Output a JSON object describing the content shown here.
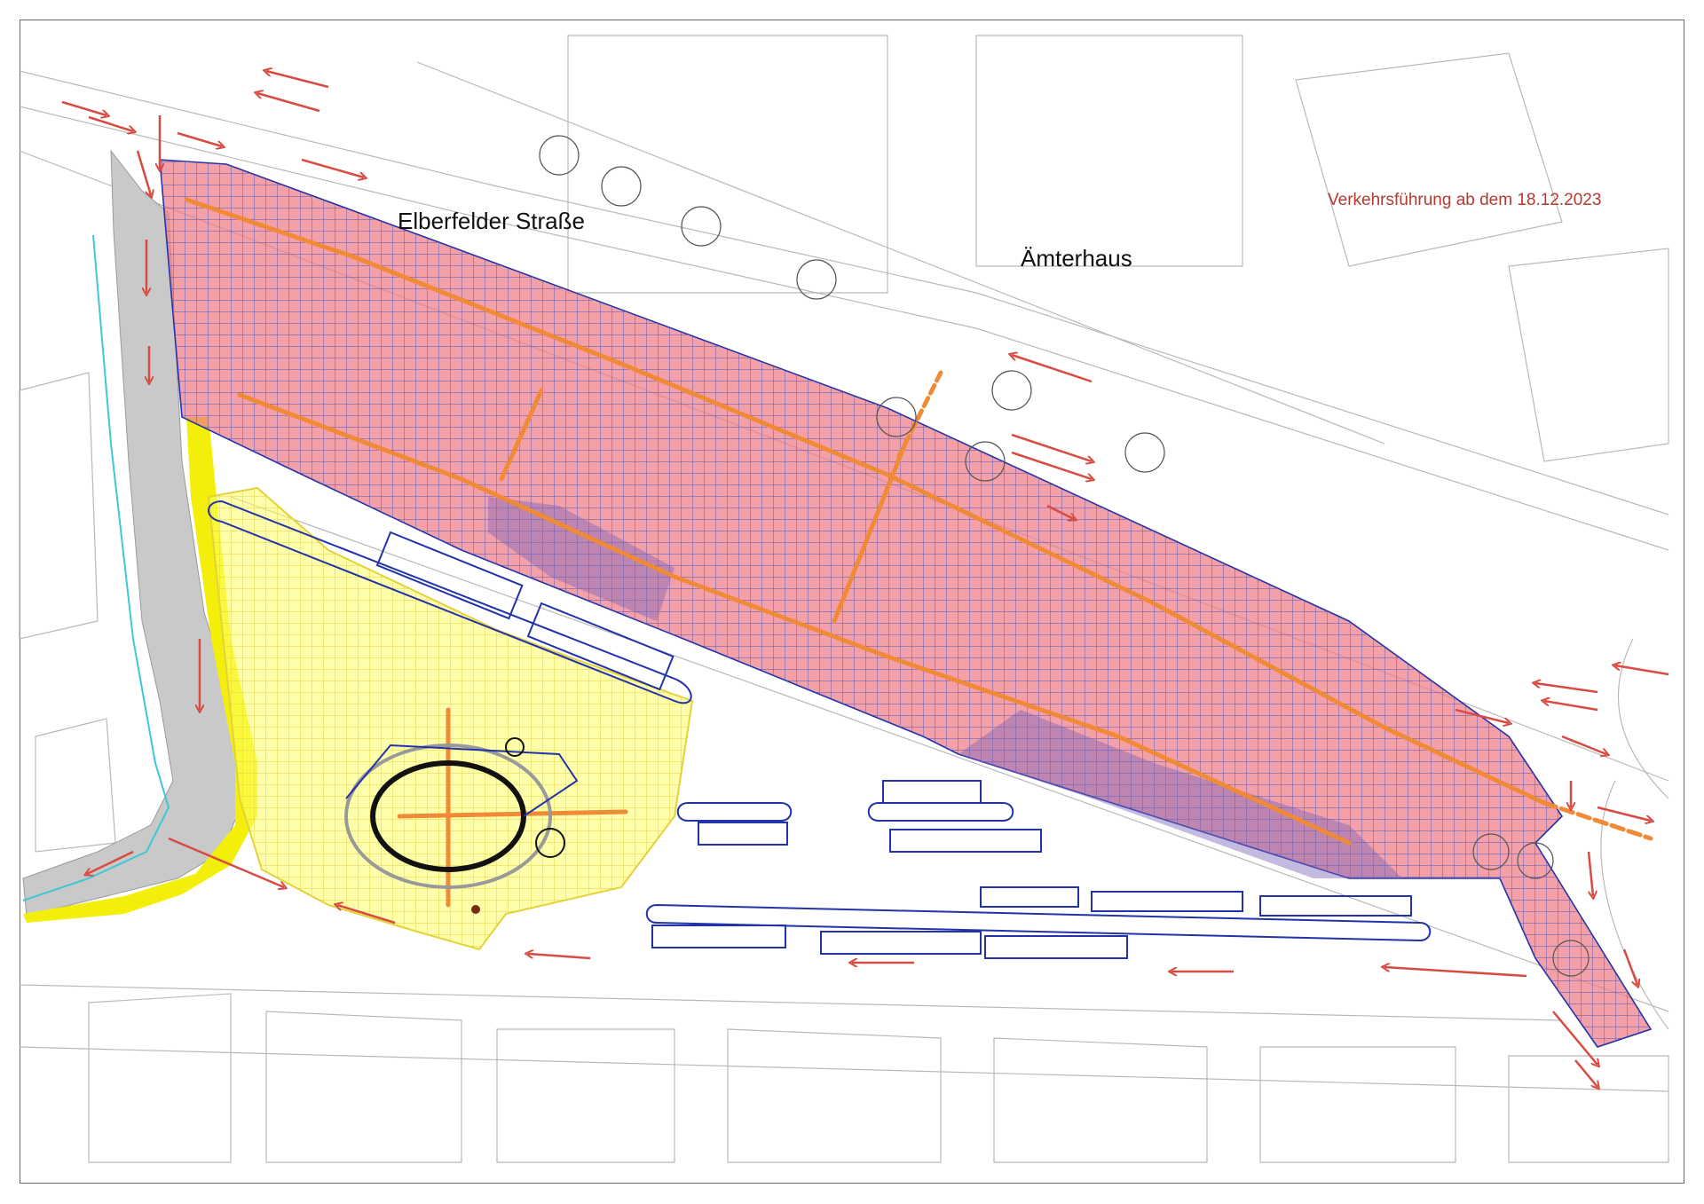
{
  "labels": {
    "street": "Elberfelder Straße",
    "building": "Ämterhaus",
    "note": "Verkehrsführung ab dem 18.12.2023"
  },
  "colors": {
    "construction_zone": "#ee7b86",
    "grid_hatch": "#4a55b8",
    "site_area": "#ffff66",
    "site_grid": "#e3d23a",
    "sidewalk_path": "#f3ef0a",
    "bypass_road": "#c9c9c9",
    "pipeline": "#f08a36",
    "traffic_arrow": "#d84b43",
    "outline": "#2233aa",
    "note_text": "#b23a30"
  },
  "legend_icons": [
    "traffic-direction-arrow",
    "construction-zone-hatch",
    "pipeline-route",
    "bus-shelter",
    "tree-symbol"
  ]
}
